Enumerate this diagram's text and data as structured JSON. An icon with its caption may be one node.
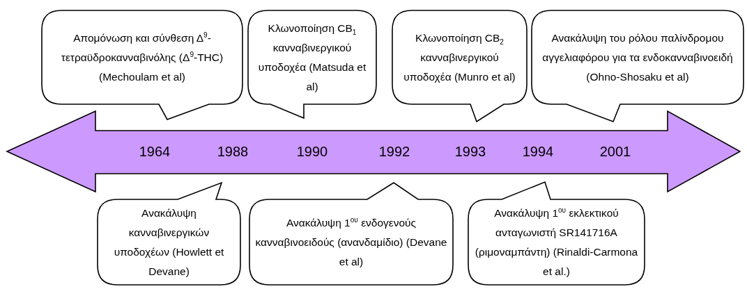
{
  "diagram": {
    "nodes": [
      {
        "text": [
          "Απομόνωση και σύνθεση Δ$^{9}$-τετραϋδροκανναβινόλης (Δ$^{9}$-THC) (Mechoulam et al)"
        ]
      },
      {
        "text": [
          "Κλωνοποίηση CB$_{1}$ κανναβινεργικού υποδοχέα (Matsuda et al)"
        ]
      },
      {
        "text": [
          "Κλωνοποίηση CB$_{2}$ κανναβινεργικού υποδοχέα (Munro et al)"
        ]
      },
      {
        "text": [
          "Ανακάλυψη του ρόλου παλίνδρομου αγγελιαφόρου για τα ενδοκανναβινοειδή (Ohno-Shosaku et al)"
        ]
      },
      {
        "text": [
          "1964",
          "1988",
          "1990",
          "1992",
          "1993",
          "1994",
          "2001"
        ]
      },
      {
        "text": [
          "Ανακάλυψη κανναβινεργικών υποδοχέων (Howlett et Devane)"
        ]
      },
      {
        "text": [
          "Ανακάλυψη 1$^{ου}$ ενδογενούς κανναβινοειδούς (ανανδαμίδιο) (Devane et al)"
        ]
      },
      {
        "text": [
          "Ανακάλυψη 1$^{ου}$ εκλεκτικού ανταγωνιστή SR141716A (ριμοναμπάντη)  (Rinaldi-Carmona et al.)"
        ]
      }
    ]
  }
}
